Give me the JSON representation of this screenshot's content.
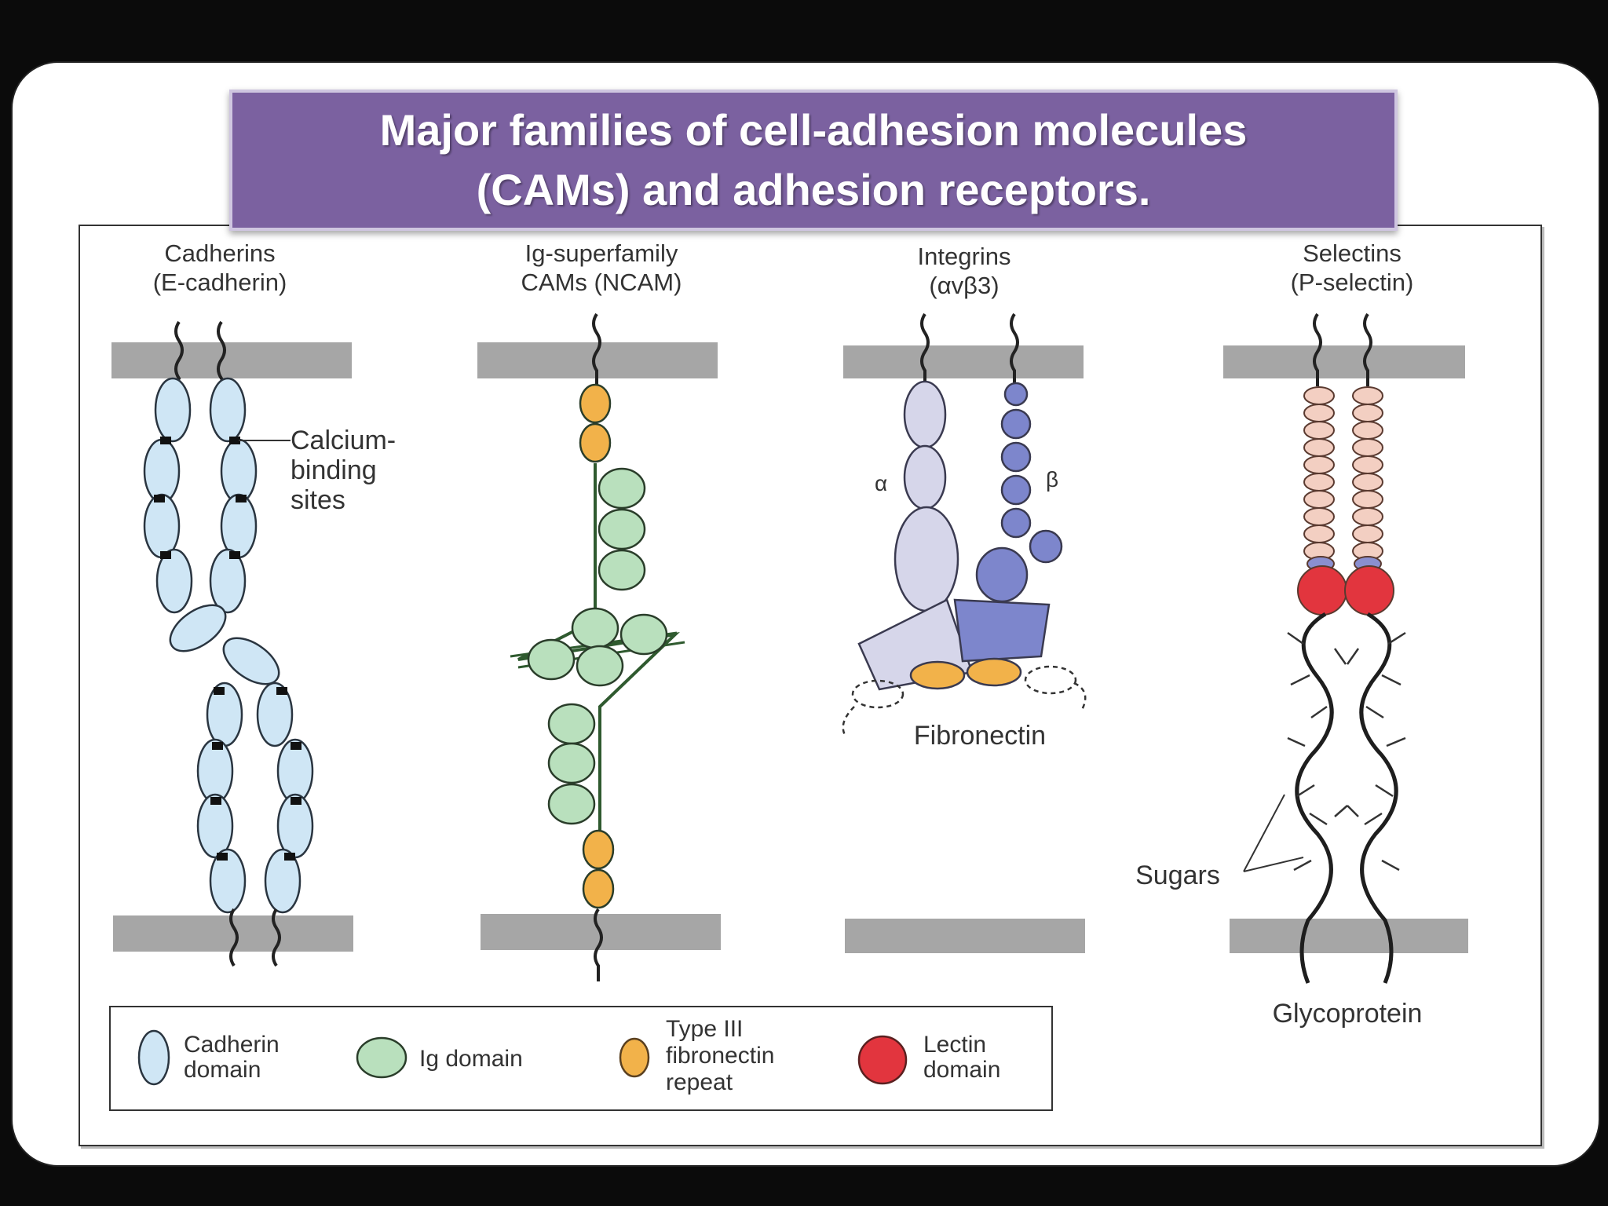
{
  "title": {
    "line1": "Major families of cell-adhesion molecules",
    "line2": "(CAMs) and adhesion receptors."
  },
  "columns": [
    {
      "name": "Cadherins",
      "example": "(E-cadherin)"
    },
    {
      "name": "Ig-superfamily",
      "example": "CAMs (NCAM)"
    },
    {
      "name": "Integrins",
      "example": "(αvβ3)"
    },
    {
      "name": "Selectins",
      "example": "(P-selectin)"
    }
  ],
  "annotations": {
    "calcium1": "Calcium-",
    "calcium2": "binding",
    "calcium3": "sites",
    "alpha": "α",
    "beta": "β",
    "fibronectin": "Fibronectin",
    "sugars": "Sugars",
    "glycoprotein": "Glycoprotein"
  },
  "legend": [
    {
      "line1": "Cadherin",
      "line2": "domain",
      "color": "#cfe6f5"
    },
    {
      "line1": "Ig domain",
      "color": "#b9e0bd"
    },
    {
      "line1": "Type III",
      "line2": "fibronectin",
      "line3": "repeat",
      "color": "#f2b24a"
    },
    {
      "line1": "Lectin",
      "line2": "domain",
      "color": "#e2353e"
    }
  ],
  "colors": {
    "title_bg": "#7b61a0",
    "membrane": "#a6a6a6",
    "cadherin": "#cfe6f5",
    "ig": "#b9e0bd",
    "fibronectin": "#f2b24a",
    "integrin_alpha": "#d6d6ea",
    "integrin_beta": "#7d86cc",
    "selectin_bead": "#f3cfc2",
    "lectin": "#e2353e"
  }
}
